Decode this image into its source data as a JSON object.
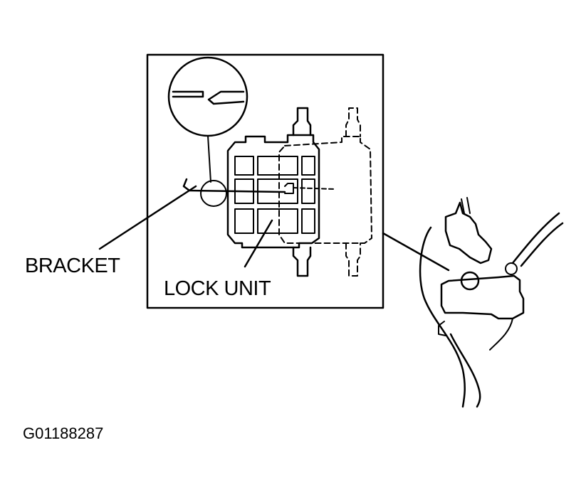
{
  "labels": {
    "bracket": "BRACKET",
    "lock_unit": "LOCK UNIT",
    "figure_code": "G01188287"
  },
  "colors": {
    "ink": "#000000",
    "paper": "#ffffff"
  }
}
